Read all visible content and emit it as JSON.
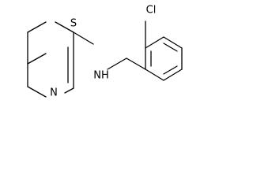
{
  "atoms": {
    "chlorine": "Cl",
    "sulfur": "S",
    "amine": "NH",
    "ring_nitrogen": "N"
  },
  "colors": {
    "bond": "#000000",
    "label": "#000000",
    "background": "#ffffff"
  }
}
